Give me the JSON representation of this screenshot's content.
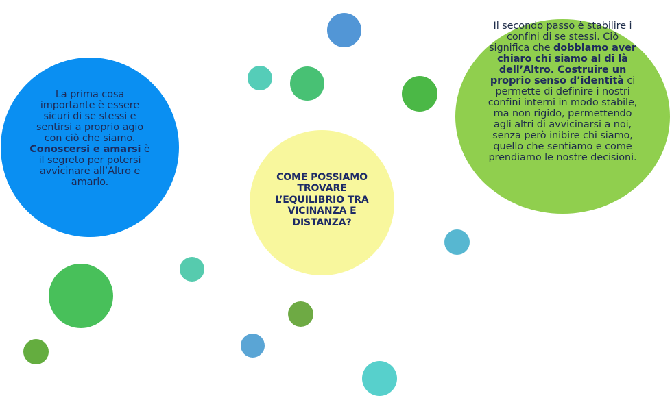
{
  "bubbles": {
    "left": {
      "text_1": "La prima cosa importante è essere sicuri di se stessi e sentirsi a proprio agio con ciò che siamo. ",
      "bold_1": "Conoscersi e amarsi",
      "text_2": " è il segreto per potersi avvicinare all’Altro e amarlo."
    },
    "center": {
      "question": "COME POSSIAMO TROVARE L’EQUILIBRIO TRA VICINANZA E DISTANZA?"
    },
    "right": {
      "text_1": "Il secondo passo è stabilire i confini di se stessi. Ciò significa che ",
      "bold_1": "dobbiamo aver chiaro chi siamo al di là dell’Altro. Costruire un proprio senso d’identità",
      "text_2": " ci permette di definire i nostri confini interni in modo stabile, ma non rigido, permettendo agli altri di avvicinarsi a noi, senza però inibire chi siamo, quello che sentiamo e come prendiamo le nostre decisioni."
    }
  },
  "colors": {
    "left_bubble": "#0a8ff2",
    "center_bubble": "#f8f79d",
    "right_bubble": "#90cf4e",
    "dark_text": "#1e2b5c"
  }
}
